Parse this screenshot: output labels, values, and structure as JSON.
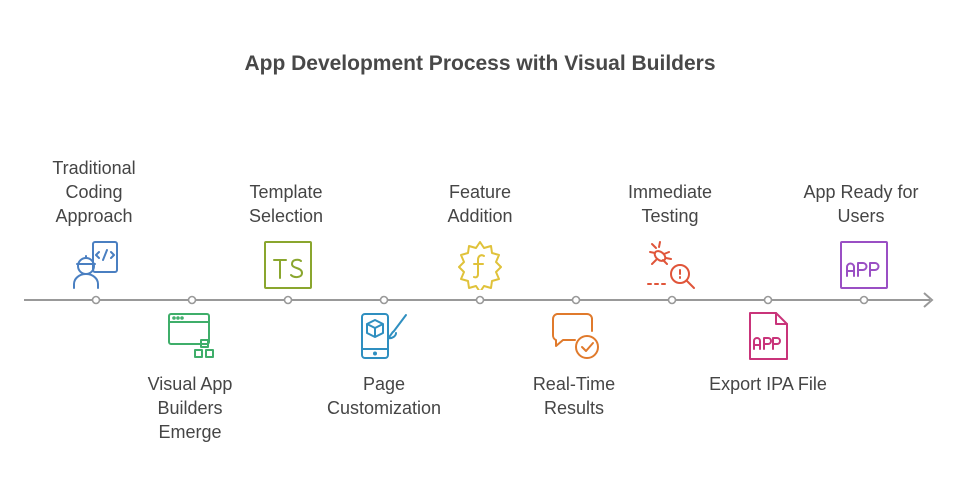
{
  "title": "App Development Process with Visual Builders",
  "steps": [
    {
      "label_lines": [
        "Traditional",
        "Coding",
        "Approach"
      ],
      "icon": "developer-coding-icon",
      "color": "#4a7fc1"
    },
    {
      "label_lines": [
        "Visual App",
        "Builders",
        "Emerge"
      ],
      "icon": "visual-builder-icon",
      "color": "#3fae6a"
    },
    {
      "label_lines": [
        "Template",
        "Selection"
      ],
      "icon": "ts-template-icon",
      "color": "#8aa62e"
    },
    {
      "label_lines": [
        "Page",
        "Customization"
      ],
      "icon": "mobile-customization-icon",
      "color": "#2f8fc0"
    },
    {
      "label_lines": [
        "Feature",
        "Addition"
      ],
      "icon": "feature-gear-icon",
      "color": "#e0c23a"
    },
    {
      "label_lines": [
        "Real-Time",
        "Results"
      ],
      "icon": "chat-check-icon",
      "color": "#e07a2c"
    },
    {
      "label_lines": [
        "Immediate",
        "Testing"
      ],
      "icon": "bug-search-icon",
      "color": "#e0553a"
    },
    {
      "label_lines": [
        "Export IPA File"
      ],
      "icon": "app-file-icon",
      "color": "#c9347a"
    },
    {
      "label_lines": [
        "App Ready for",
        "Users"
      ],
      "icon": "app-ready-icon",
      "color": "#9a4fc4"
    }
  ],
  "colors": {
    "timeline": "#999999",
    "marker": "#999999"
  }
}
